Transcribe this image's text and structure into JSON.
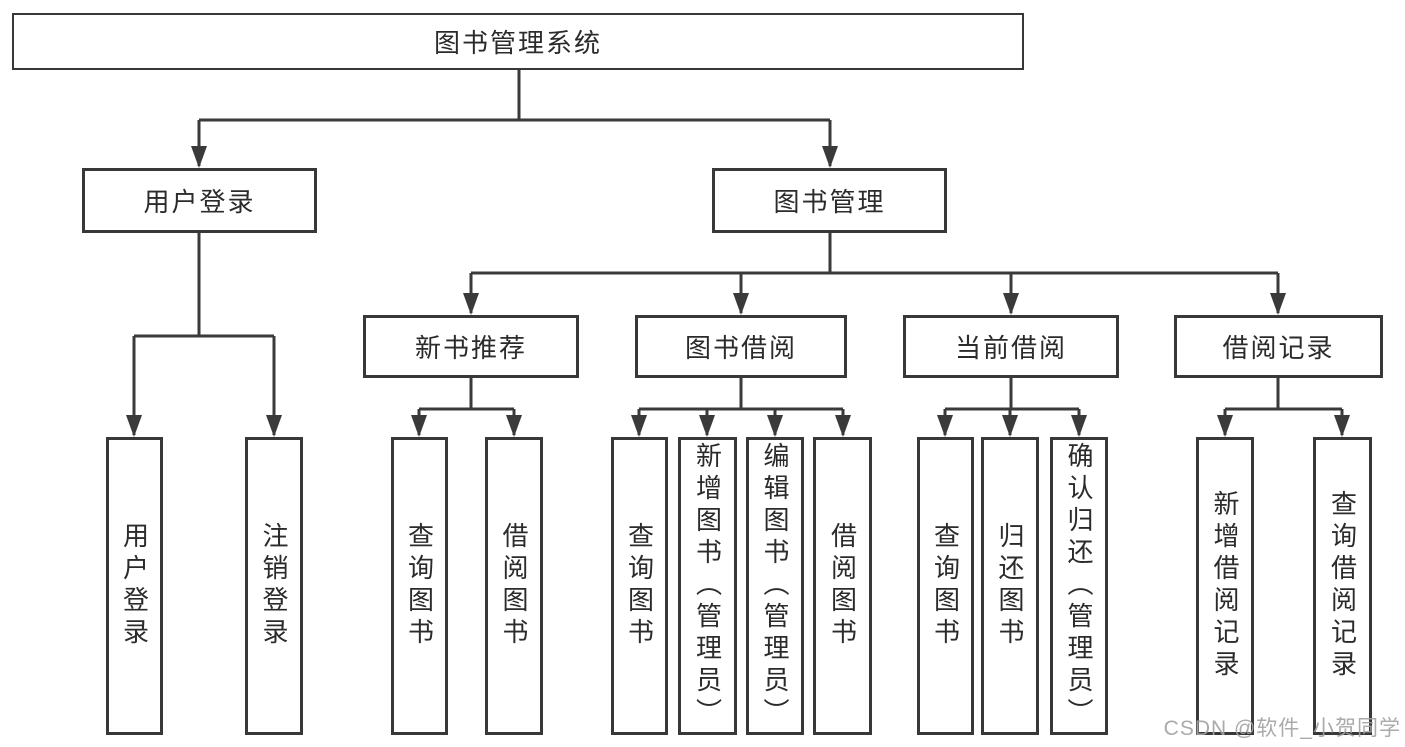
{
  "tree": {
    "label": "图书管理系统",
    "children": [
      {
        "label": "用户登录",
        "children": [
          {
            "label": "用户登录"
          },
          {
            "label": "注销登录"
          }
        ]
      },
      {
        "label": "图书管理",
        "children": [
          {
            "label": "新书推荐",
            "children": [
              {
                "label": "查询图书"
              },
              {
                "label": "借阅图书"
              }
            ]
          },
          {
            "label": "图书借阅",
            "children": [
              {
                "label": "查询图书"
              },
              {
                "label": "新增图书（管理员）"
              },
              {
                "label": "编辑图书（管理员）"
              },
              {
                "label": "借阅图书"
              }
            ]
          },
          {
            "label": "当前借阅",
            "children": [
              {
                "label": "查询图书"
              },
              {
                "label": "归还图书"
              },
              {
                "label": "确认归还（管理员）"
              }
            ]
          },
          {
            "label": "借阅记录",
            "children": [
              {
                "label": "新增借阅记录"
              },
              {
                "label": "查询借阅记录"
              }
            ]
          }
        ]
      }
    ]
  },
  "colors": {
    "line": "#3a3a3a",
    "text": "#2b2b2b",
    "background": "#ffffff",
    "watermark_color": "#a3a3a3"
  },
  "watermark": {
    "text": "CSDN @软件_小贺同学"
  }
}
